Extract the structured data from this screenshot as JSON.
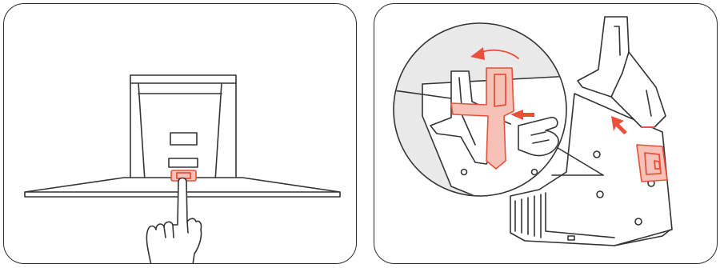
{
  "colors": {
    "line": "#333333",
    "accent": "#e8503a",
    "accent_fill": "#f6c2b8",
    "panel_border": "#2b2b2b",
    "background": "#ffffff"
  },
  "panels": [
    {
      "id": "step-1",
      "depicts": [
        "monitor-rear-view",
        "release-button",
        "pressing-finger-hand"
      ]
    },
    {
      "id": "step-2",
      "depicts": [
        "stand-bracket",
        "magnified-inset",
        "rotate-arrow",
        "push-arrows",
        "latch-mechanism"
      ]
    }
  ],
  "icons": [
    "hand-press-icon",
    "curved-rotate-arrow-icon",
    "push-arrow-icon"
  ]
}
